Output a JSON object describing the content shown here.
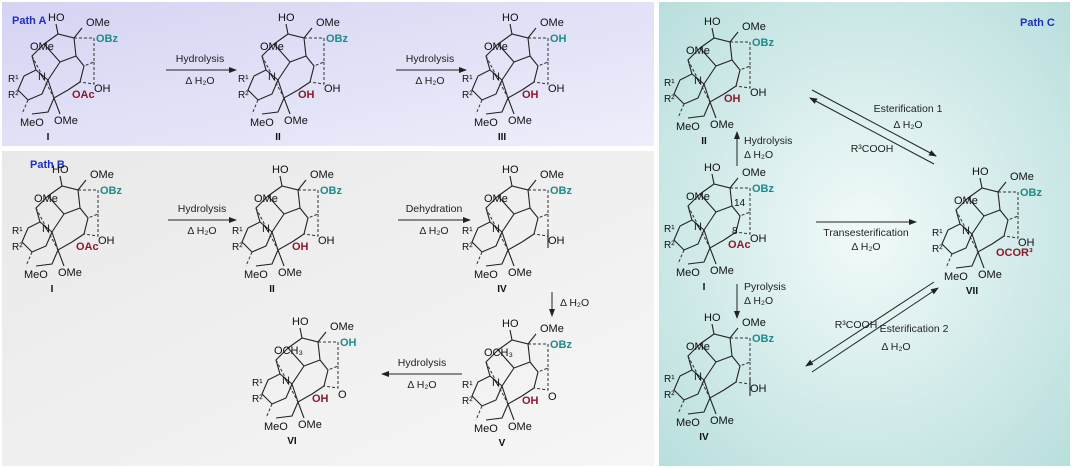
{
  "panels": {
    "a": {
      "title": "Path A",
      "color": "#dcdcf6"
    },
    "b": {
      "title": "Path B",
      "color": "#ececec"
    },
    "c": {
      "title": "Path C",
      "color": "#cfe9e8"
    }
  },
  "labels": {
    "OMe": "OMe",
    "HO": "HO",
    "OBz": "OBz",
    "OAc": "OAc",
    "OH": "OH",
    "MeO": "MeO",
    "N": "N",
    "R1": "R¹",
    "R2": "R²",
    "OCH3": "OCH₃",
    "O": "O",
    "OCOR3": "OCOR³",
    "n14": "14",
    "n8": "8"
  },
  "compounds": {
    "I": "I",
    "II": "II",
    "III": "III",
    "IV": "IV",
    "V": "V",
    "VI": "VI",
    "VII": "VII"
  },
  "reactions": {
    "hydrolysis": "Hydrolysis",
    "dehydration": "Dehydration",
    "pyrolysis": "Pyrolysis",
    "transesterification": "Transesterification",
    "esterification1": "Esterification 1",
    "esterification2": "Esterification 2",
    "cond_h2o": "Δ  H₂O",
    "r3cooh": "R³COOH"
  },
  "colors": {
    "teal": "#1f8a8a",
    "red": "#8b1a2e",
    "title": "#1f2fbf"
  }
}
